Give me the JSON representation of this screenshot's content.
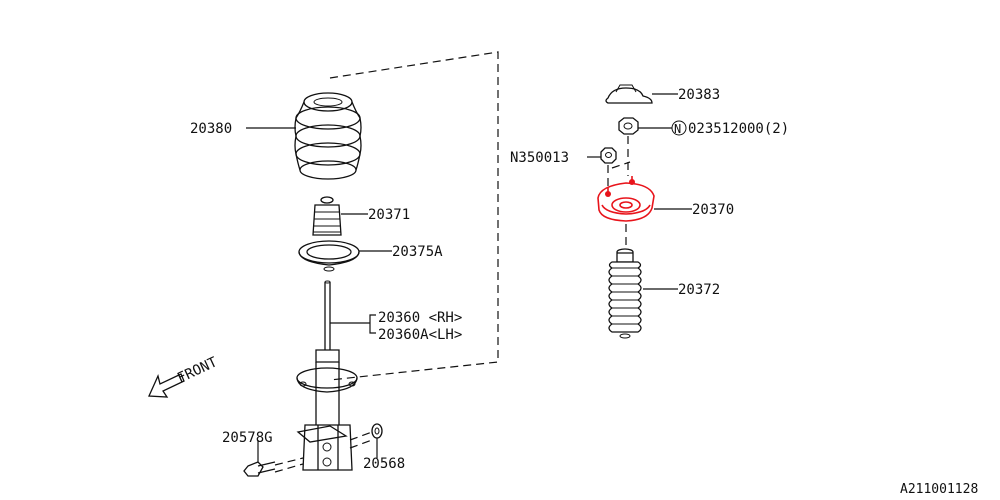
{
  "labels": {
    "coil_spring": "20380",
    "bump_stop": "20371",
    "spring_seat": "20375A",
    "strut_rh": "20360 <RH>",
    "strut_lh": "20360A<LH>",
    "bolt": "20578G",
    "nut": "20568",
    "front": "FRONT",
    "cap": "20383",
    "top_nut_circle": "N",
    "top_nut": "023512000(2)",
    "small_nut": "N350013",
    "strut_mount": "20370",
    "dust_boot": "20372",
    "diagram_id": "A211001128"
  },
  "colors": {
    "line": "#111111",
    "highlight": "#e8141b"
  }
}
